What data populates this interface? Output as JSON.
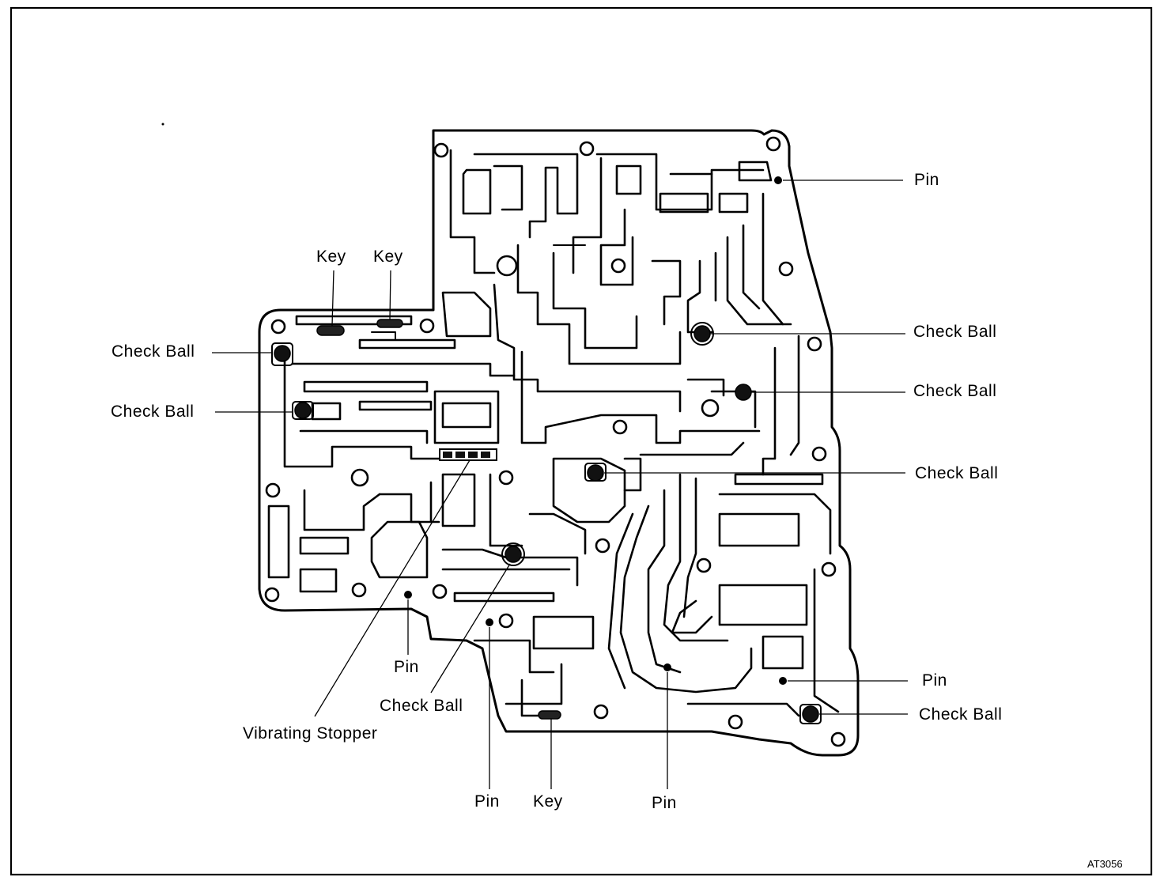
{
  "figure_code": "AT3056",
  "labels": {
    "pin_top_right": "Pin",
    "check_ball_left_upper": "Check Ball",
    "check_ball_left_lower": "Check Ball",
    "key_left": "Key",
    "key_right": "Key",
    "check_ball_right_1": "Check Ball",
    "check_ball_right_2": "Check Ball",
    "check_ball_right_3": "Check Ball",
    "pin_bottom_left": "Pin",
    "check_ball_bottom": "Check Ball",
    "vibrating_stopper": "Vibrating Stopper",
    "pin_bottom_1": "Pin",
    "key_bottom": "Key",
    "pin_bottom_2": "Pin",
    "pin_right_lower": "Pin",
    "check_ball_right_lower": "Check Ball"
  }
}
